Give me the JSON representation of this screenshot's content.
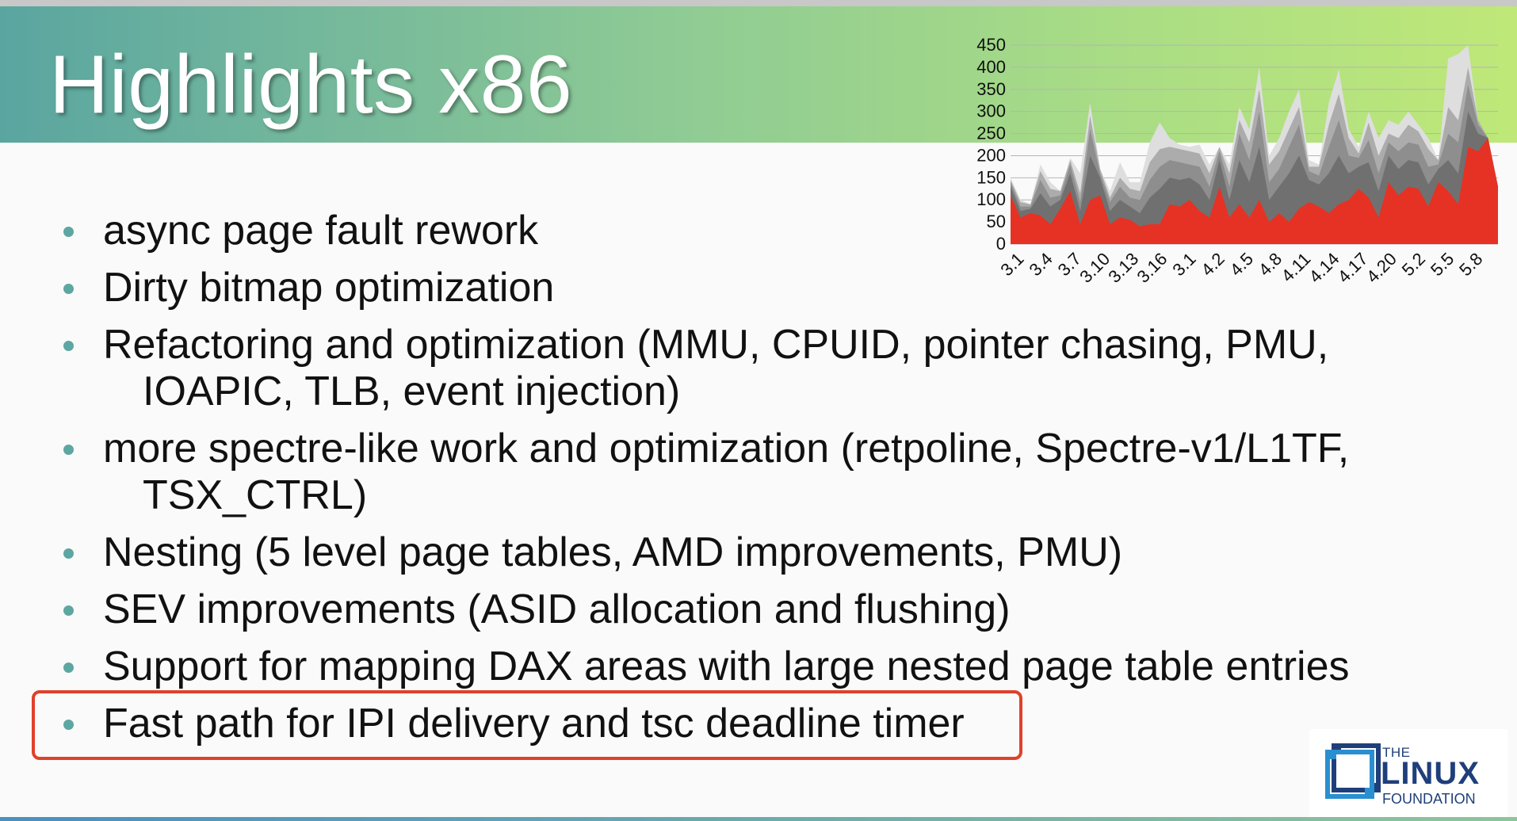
{
  "slide": {
    "title": "Highlights x86",
    "bullets": [
      {
        "text": "async page fault rework"
      },
      {
        "text": "Dirty bitmap optimization"
      },
      {
        "text": "Refactoring and optimization (MMU, CPUID, pointer chasing, PMU,",
        "cont": "IOAPIC, TLB, event injection)"
      },
      {
        "text": "more spectre-like work and optimization (retpoline, Spectre-v1/L1TF,",
        "cont": "TSX_CTRL)"
      },
      {
        "text": "Nesting (5 level page tables, AMD improvements, PMU)"
      },
      {
        "text": "SEV improvements (ASID allocation and flushing)"
      },
      {
        "text": "Support for mapping DAX areas with large nested page table entries"
      },
      {
        "text": "Fast path for IPI delivery and tsc deadline timer",
        "highlighted": true
      }
    ],
    "highlight_color": "#e0402a",
    "bullet_color": "#5ea6a1"
  },
  "logo": {
    "line1": "THE",
    "line2": "LINUX",
    "line3": "FOUNDATION",
    "color": "#1f3f7a",
    "mark_color": "#2a8fd0"
  },
  "chart_data": {
    "type": "area",
    "stacked": true,
    "ylim": [
      0,
      450
    ],
    "yticks": [
      0,
      50,
      100,
      150,
      200,
      250,
      300,
      350,
      400,
      450
    ],
    "grid": true,
    "x_tick_labels": [
      "3.1",
      "3.4",
      "3.7",
      "3.10",
      "3.13",
      "3.16",
      "3.1",
      "4.2",
      "4.5",
      "4.8",
      "4.11",
      "4.14",
      "4.17",
      "4.20",
      "5.2",
      "5.5",
      "5.8"
    ],
    "series_colors": [
      "#e53224",
      "#707070",
      "#8e8e8e",
      "#acacac",
      "#dedede"
    ],
    "totals": [
      150,
      100,
      90,
      180,
      140,
      110,
      195,
      160,
      320,
      160,
      120,
      185,
      140,
      140,
      230,
      275,
      240,
      225,
      220,
      225,
      180,
      210,
      180,
      310,
      260,
      400,
      200,
      240,
      300,
      350,
      190,
      180,
      320,
      395,
      260,
      220,
      300,
      240,
      280,
      270,
      300,
      270,
      240,
      170,
      420,
      430,
      450,
      200
    ],
    "red": [
      110,
      60,
      70,
      65,
      45,
      80,
      120,
      45,
      100,
      110,
      45,
      60,
      55,
      40,
      45,
      45,
      90,
      85,
      100,
      75,
      60,
      130,
      60,
      90,
      60,
      100,
      50,
      70,
      50,
      80,
      95,
      85,
      70,
      90,
      100,
      125,
      105,
      60,
      140,
      110,
      130,
      125,
      85,
      140,
      120,
      90,
      220,
      210,
      240,
      130
    ],
    "layer2": [
      20,
      15,
      10,
      50,
      40,
      20,
      40,
      30,
      100,
      40,
      30,
      40,
      30,
      30,
      60,
      80,
      60,
      60,
      50,
      60,
      40,
      60,
      40,
      100,
      80,
      120,
      50,
      60,
      110,
      120,
      50,
      50,
      90,
      110,
      60,
      50,
      80,
      60,
      60,
      60,
      60,
      60,
      50,
      30,
      70,
      70,
      80,
      40
    ],
    "layer3": [
      10,
      10,
      5,
      30,
      20,
      10,
      20,
      20,
      60,
      10,
      20,
      30,
      20,
      30,
      40,
      50,
      40,
      40,
      30,
      40,
      30,
      20,
      30,
      60,
      50,
      80,
      40,
      40,
      60,
      70,
      20,
      20,
      60,
      80,
      40,
      20,
      50,
      40,
      30,
      40,
      40,
      40,
      40,
      10,
      60,
      70,
      60,
      20
    ],
    "layer4": [
      5,
      10,
      5,
      20,
      20,
      10,
      10,
      20,
      30,
      10,
      10,
      20,
      20,
      20,
      40,
      40,
      30,
      30,
      30,
      30,
      30,
      10,
      30,
      30,
      40,
      50,
      40,
      40,
      40,
      40,
      10,
      20,
      50,
      60,
      40,
      10,
      40,
      40,
      20,
      30,
      40,
      30,
      40,
      10,
      60,
      50,
      40,
      10
    ]
  }
}
